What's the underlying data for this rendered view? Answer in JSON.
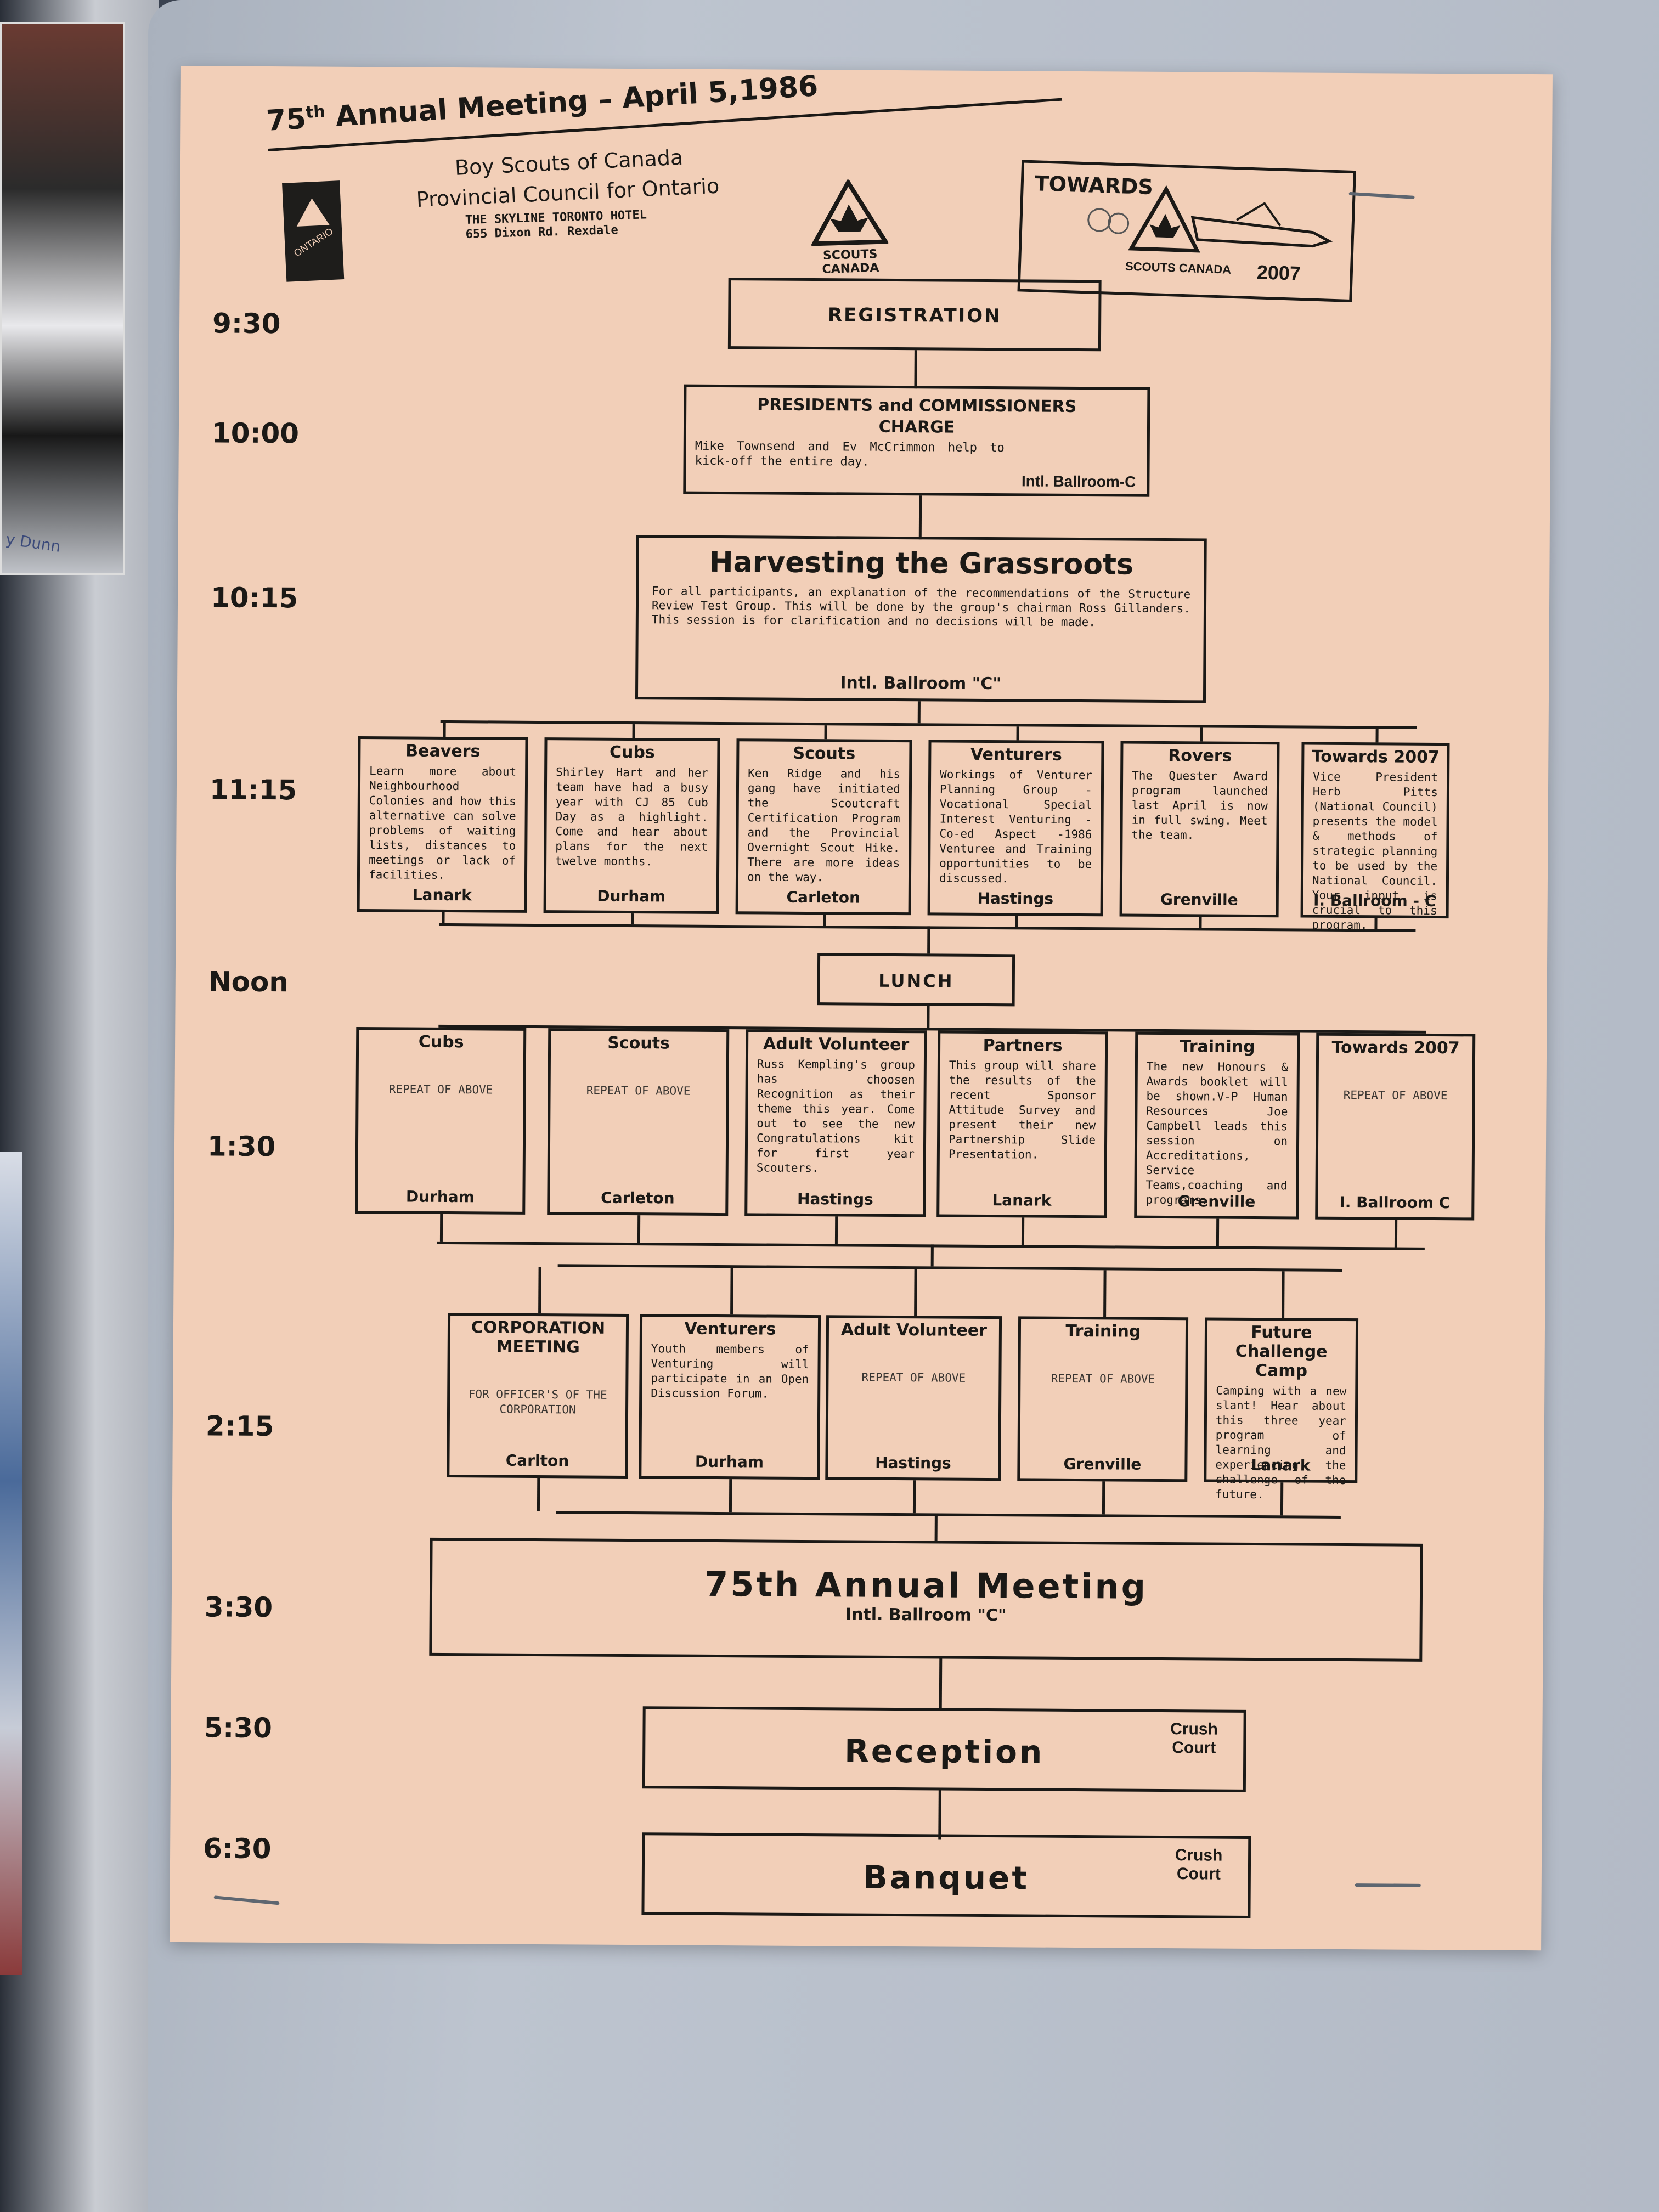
{
  "left_page": {
    "caption": "y Dunn"
  },
  "header": {
    "title_prefix": "75",
    "title_sup": "th",
    "title": "Annual Meeting  –  April  5,1986",
    "org_line1": "Boy Scouts of Canada",
    "org_line2": "Provincial Council for Ontario",
    "hotel_line1": "THE SKYLINE TORONTO HOTEL",
    "hotel_line2": "655 Dixon Rd. Rexdale"
  },
  "logos": {
    "ontario": "ONTARIO",
    "scouts": "SCOUTS CANADA",
    "towards_title": "TOWARDS",
    "towards_scouts": "SCOUTS CANADA",
    "towards_year": "2007"
  },
  "times": {
    "t0930": "9:30",
    "t1000": "10:00",
    "t1015": "10:15",
    "t1115": "11:15",
    "noon": "Noon",
    "t1330": "1:30",
    "t1415": "2:15",
    "t1530": "3:30",
    "t1730": "5:30",
    "t1830": "6:30"
  },
  "registration": "REGISTRATION",
  "presidents": {
    "title1": "PRESIDENTS  and  COMMISSIONERS",
    "title2": "CHARGE",
    "desc": "Mike Townsend and Ev McCrimmon help to kick-off the entire day.",
    "room": "Intl. Ballroom-C"
  },
  "harvesting": {
    "title": "Harvesting the Grassroots",
    "desc": "For all participants, an explanation of the recommendations of the Structure Review Test Group.   This will be done by the group's chairman Ross Gillanders.   This session is for clarification and no decisions will be made.",
    "room": "Intl. Ballroom \"C\""
  },
  "row1115": [
    {
      "title": "Beavers",
      "desc": "Learn more about Neighbourhood Colonies and how this alternative can solve problems of waiting lists, distances to meetings or lack of facilities.",
      "room": "Lanark"
    },
    {
      "title": "Cubs",
      "desc": "Shirley Hart and her team have had a busy year with CJ 85 Cub Day as a highlight. Come and hear about plans for the next twelve months.",
      "room": "Durham"
    },
    {
      "title": "Scouts",
      "desc": "Ken Ridge and his gang have initiated the Scoutcraft Certification Program and the Provincial Overnight Scout Hike. There are more ideas on the way.",
      "room": "Carleton"
    },
    {
      "title": "Venturers",
      "desc": "Workings of Venturer Planning Group -Vocational Special Interest Venturing -Co-ed Aspect -1986 Venturee and Training opportunities to be discussed.",
      "room": "Hastings"
    },
    {
      "title": "Rovers",
      "desc": "The Quester Award program launched last April is now in full swing. Meet the team.",
      "room": "Grenville"
    },
    {
      "title": "Towards 2007",
      "desc": "Vice President Herb Pitts (National Council) presents the model & methods of strategic planning to be used by the National Council. Your input is crucial to this program.",
      "room": "I. Ballroom - C"
    }
  ],
  "lunch": "LUNCH",
  "row1330": [
    {
      "title": "Cubs",
      "desc": "REPEAT OF ABOVE",
      "room": "Durham"
    },
    {
      "title": "Scouts",
      "desc": "REPEAT OF ABOVE",
      "room": "Carleton"
    },
    {
      "title": "Adult Volunteer",
      "desc": "Russ Kempling's group has choosen Recognition as their theme this year. Come out to see the new Congratulations kit for first year Scouters.",
      "room": "Hastings"
    },
    {
      "title": "Partners",
      "desc": "This group will share the results of the recent Sponsor Attitude Survey and present their new Partnership Slide Presentation.",
      "room": "Lanark"
    },
    {
      "title": "Training",
      "desc": "The new Honours & Awards booklet will be shown.V-P Human Resources Joe Campbell leads this session on Accreditations, Service Teams,coaching and programs.",
      "room": "Grenville"
    },
    {
      "title": "Towards 2007",
      "desc": "REPEAT OF ABOVE",
      "room": "I. Ballroom   C"
    }
  ],
  "row1415": [
    {
      "title": "CORPORATION MEETING",
      "desc": "FOR OFFICER'S OF THE CORPORATION",
      "room": "Carlton"
    },
    {
      "title": "Venturers",
      "desc": "Youth members of Venturing will participate in an Open Discussion Forum.",
      "room": "Durham"
    },
    {
      "title": "Adult Volunteer",
      "desc": "REPEAT OF ABOVE",
      "room": "Hastings"
    },
    {
      "title": "Training",
      "desc": "REPEAT OF ABOVE",
      "room": "Grenville"
    },
    {
      "title": "Future Challenge Camp",
      "desc": "Camping with a new slant! Hear about this three year program of learning and experiencing the challenge of the future.",
      "room": "Lanark"
    }
  ],
  "annual": {
    "title": "75th  Annual  Meeting",
    "room": "Intl. Ballroom \"C\""
  },
  "reception": {
    "title": "Reception",
    "room": "Crush Court"
  },
  "banquet": {
    "title": "Banquet",
    "room": "Crush Court"
  }
}
